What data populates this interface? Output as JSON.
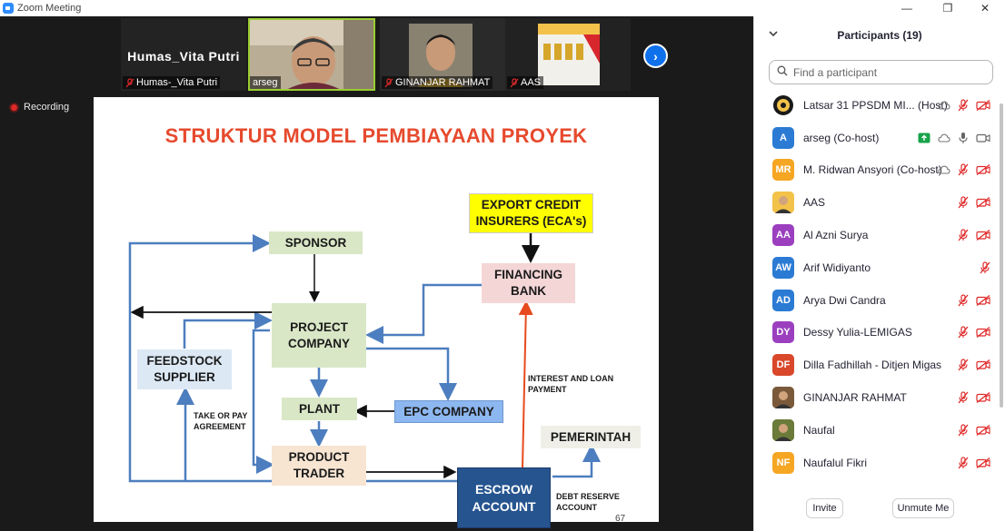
{
  "window": {
    "title": "Zoom Meeting",
    "controls": [
      "—",
      "❐",
      "✕"
    ]
  },
  "video_strip": {
    "tiles": [
      {
        "big_name": "Humas_Vita Putri",
        "tag": "Humas-_Vita Putri",
        "muted": true,
        "video": false
      },
      {
        "tag": "arseg",
        "muted": false,
        "video": true,
        "active": true
      },
      {
        "tag": "GINANJAR RAHMAT",
        "muted": true,
        "video": true
      },
      {
        "tag": "AAS",
        "muted": true,
        "video": true
      }
    ],
    "next_label": "›"
  },
  "recording": {
    "label": "Recording"
  },
  "slide": {
    "title": "STRUKTUR MODEL PEMBIAYAAN PROYEK",
    "boxes": {
      "eca": "EXPORT CREDIT\nINSURERS (ECA's)",
      "sponsor": "SPONSOR",
      "financing_bank": "FINANCING\nBANK",
      "project_company": "PROJECT\nCOMPANY",
      "feedstock_supplier": "FEEDSTOCK\nSUPPLIER",
      "plant": "PLANT",
      "epc_company": "EPC COMPANY",
      "product_trader": "PRODUCT\nTRADER",
      "pemerintah": "PEMERINTAH",
      "escrow_account": "ESCROW\nACCOUNT"
    },
    "notes": {
      "take_or_pay": "TAKE OR PAY\nAGREEMENT",
      "interest_loan": "INTEREST AND LOAN\nPAYMENT",
      "debt_reserve": "DEBT RESERVE\nACCOUNT"
    },
    "page_number": "67"
  },
  "participants_panel": {
    "title": "Participants (19)",
    "search_placeholder": "Find a participant",
    "participants": [
      {
        "name": "Latsar 31 PPSDM MI...  (Host)",
        "initials": "",
        "avatar_color": "#ffffff",
        "avatar_kind": "logo",
        "icons": [
          "cloud",
          "mic-off",
          "video-off"
        ]
      },
      {
        "name": "arseg (Co-host)",
        "initials": "A",
        "avatar_color": "#2b7bd4",
        "icons": [
          "share",
          "cloud",
          "mic-on",
          "video-on"
        ]
      },
      {
        "name": "M. Ridwan Ansyori (Co-host)",
        "initials": "MR",
        "avatar_color": "#f5a623",
        "icons": [
          "cloud",
          "mic-off",
          "video-off"
        ]
      },
      {
        "name": "AAS",
        "initials": "",
        "avatar_color": "#f3c24b",
        "avatar_kind": "photo",
        "icons": [
          "mic-off",
          "video-off"
        ]
      },
      {
        "name": "Al Azni Surya",
        "initials": "AA",
        "avatar_color": "#9b3fbf",
        "icons": [
          "mic-off",
          "video-off"
        ]
      },
      {
        "name": "Arif Widiyanto",
        "initials": "AW",
        "avatar_color": "#2b7bd4",
        "icons": [
          "mic-off"
        ]
      },
      {
        "name": "Arya Dwi Candra",
        "initials": "AD",
        "avatar_color": "#2b7bd4",
        "icons": [
          "mic-off",
          "video-off"
        ]
      },
      {
        "name": "Dessy Yulia-LEMIGAS",
        "initials": "DY",
        "avatar_color": "#9b3fbf",
        "icons": [
          "mic-off",
          "video-off"
        ]
      },
      {
        "name": "Dilla Fadhillah - Ditjen Migas",
        "initials": "DF",
        "avatar_color": "#d9482b",
        "icons": [
          "mic-off",
          "video-off"
        ]
      },
      {
        "name": "GINANJAR RAHMAT",
        "initials": "",
        "avatar_color": "#7a5a3a",
        "avatar_kind": "photo",
        "icons": [
          "mic-off",
          "video-off"
        ]
      },
      {
        "name": "Naufal",
        "initials": "",
        "avatar_color": "#6b7b3a",
        "avatar_kind": "photo",
        "icons": [
          "mic-off",
          "video-off"
        ]
      },
      {
        "name": "Naufalul Fikri",
        "initials": "NF",
        "avatar_color": "#f5a623",
        "icons": [
          "mic-off",
          "video-off"
        ]
      }
    ],
    "footer": {
      "invite": "Invite",
      "unmute_me": "Unmute Me"
    }
  },
  "colors": {
    "slide_title": "#e64a2e",
    "zoom_blue": "#0e71eb",
    "muted_red": "#e02828"
  }
}
